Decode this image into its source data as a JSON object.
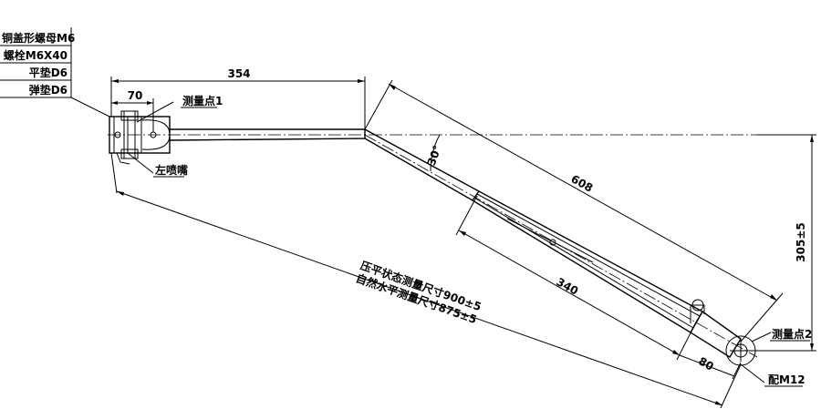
{
  "legend": {
    "items": [
      "铜盖形螺母M6",
      "螺栓M6X40",
      "平垫D6",
      "弹垫D6"
    ]
  },
  "labels": {
    "measure_point_1": "测量点1",
    "left_nozzle": "左喷嘴",
    "measure_point_2": "测量点2",
    "fit_m12": "配M12",
    "pressed_length": "压平状态测量尺寸900±5",
    "natural_length": "自然水平测量尺寸875±5"
  },
  "dimensions": {
    "d354": "354",
    "d70": "70",
    "angle": "30°",
    "d608": "608",
    "d340": "340",
    "d80": "80",
    "d305": "305±5"
  }
}
